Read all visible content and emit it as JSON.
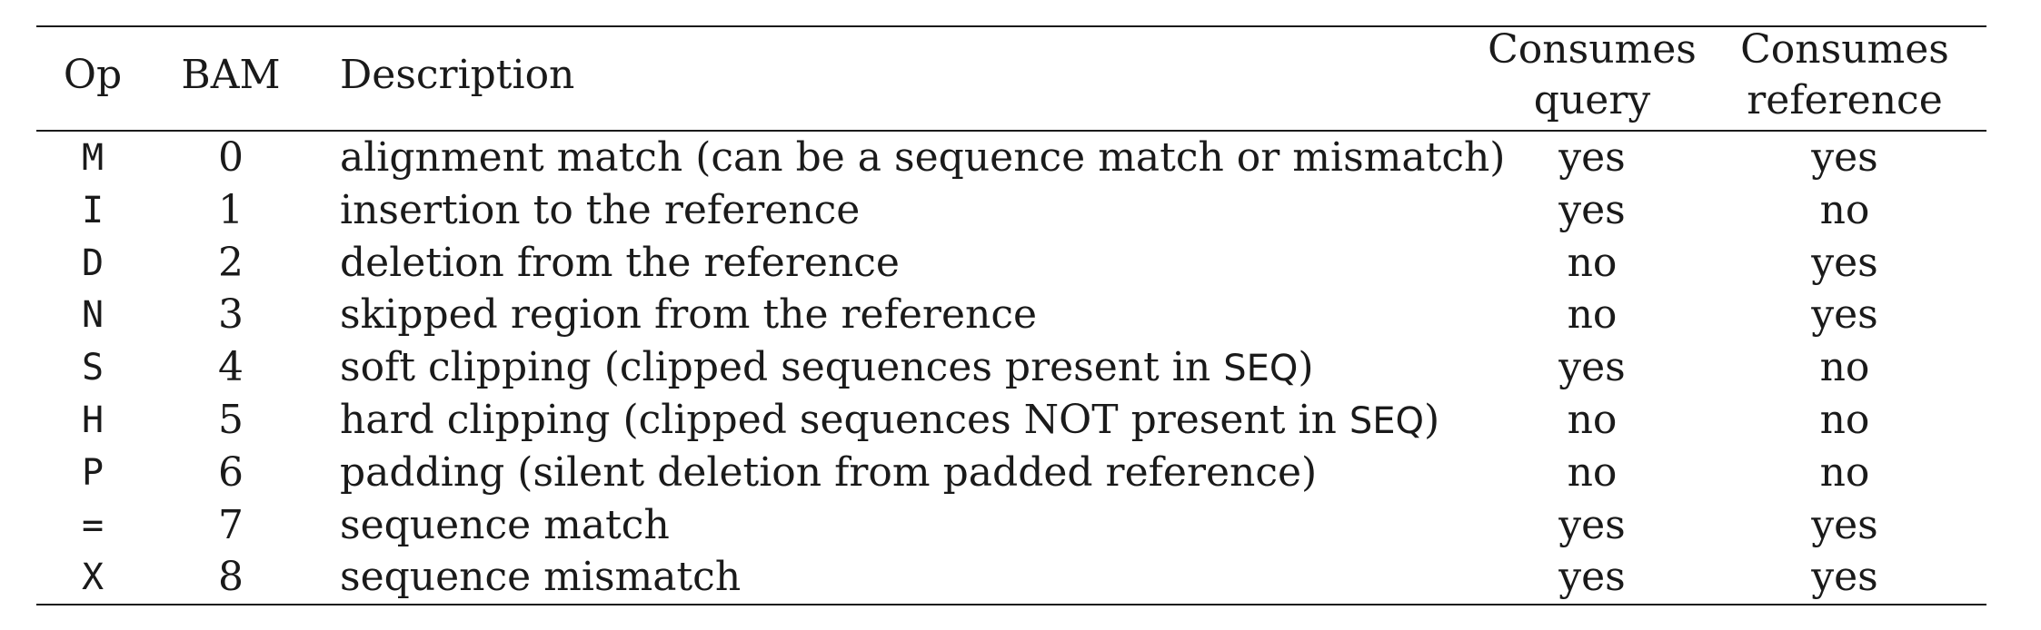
{
  "table": {
    "headers": {
      "op": "Op",
      "bam": "BAM",
      "description": "Description",
      "consumes_query_line1": "Consumes",
      "consumes_query_line2": "query",
      "consumes_reference_line1": "Consumes",
      "consumes_reference_line2": "reference"
    },
    "rows": [
      {
        "op": "M",
        "bam": "0",
        "desc_pre": "alignment match (can be a sequence match or mismatch)",
        "desc_seq": "",
        "desc_post": "",
        "query": "yes",
        "reference": "yes"
      },
      {
        "op": "I",
        "bam": "1",
        "desc_pre": "insertion to the reference",
        "desc_seq": "",
        "desc_post": "",
        "query": "yes",
        "reference": "no"
      },
      {
        "op": "D",
        "bam": "2",
        "desc_pre": "deletion from the reference",
        "desc_seq": "",
        "desc_post": "",
        "query": "no",
        "reference": "yes"
      },
      {
        "op": "N",
        "bam": "3",
        "desc_pre": "skipped region from the reference",
        "desc_seq": "",
        "desc_post": "",
        "query": "no",
        "reference": "yes"
      },
      {
        "op": "S",
        "bam": "4",
        "desc_pre": "soft clipping (clipped sequences present in ",
        "desc_seq": "SEQ",
        "desc_post": ")",
        "query": "yes",
        "reference": "no"
      },
      {
        "op": "H",
        "bam": "5",
        "desc_pre": "hard clipping (clipped sequences NOT present in ",
        "desc_seq": "SEQ",
        "desc_post": ")",
        "query": "no",
        "reference": "no"
      },
      {
        "op": "P",
        "bam": "6",
        "desc_pre": "padding (silent deletion from padded reference)",
        "desc_seq": "",
        "desc_post": "",
        "query": "no",
        "reference": "no"
      },
      {
        "op": "=",
        "bam": "7",
        "desc_pre": "sequence match",
        "desc_seq": "",
        "desc_post": "",
        "query": "yes",
        "reference": "yes"
      },
      {
        "op": "X",
        "bam": "8",
        "desc_pre": "sequence mismatch",
        "desc_seq": "",
        "desc_post": "",
        "query": "yes",
        "reference": "yes"
      }
    ]
  }
}
